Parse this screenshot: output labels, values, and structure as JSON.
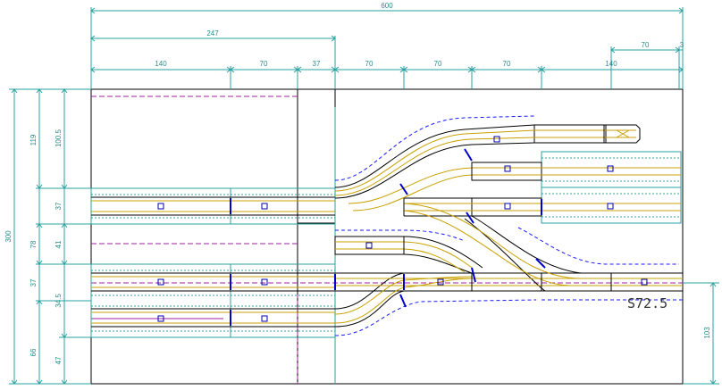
{
  "colors": {
    "dimension": "#2aa0a0",
    "board": "#000000",
    "rail": "#c8a000",
    "dash_blue": "#1a1aff",
    "dash_magenta": "#a020a0",
    "joint": "#0000cc",
    "sleeper_line": "#000000"
  },
  "dimensions": {
    "top_total": "600",
    "top_mid": "247",
    "top_short_a": "70",
    "top_short_b": "3",
    "row": [
      "140",
      "70",
      "37",
      "70",
      "70",
      "70",
      "140"
    ],
    "left_outer": "300",
    "left_mid": [
      "119",
      "78",
      "37",
      "66"
    ],
    "left_inner": [
      "100.5",
      "37",
      "41",
      "34.5",
      "47"
    ],
    "right_side": "103"
  },
  "label": "S72.5"
}
